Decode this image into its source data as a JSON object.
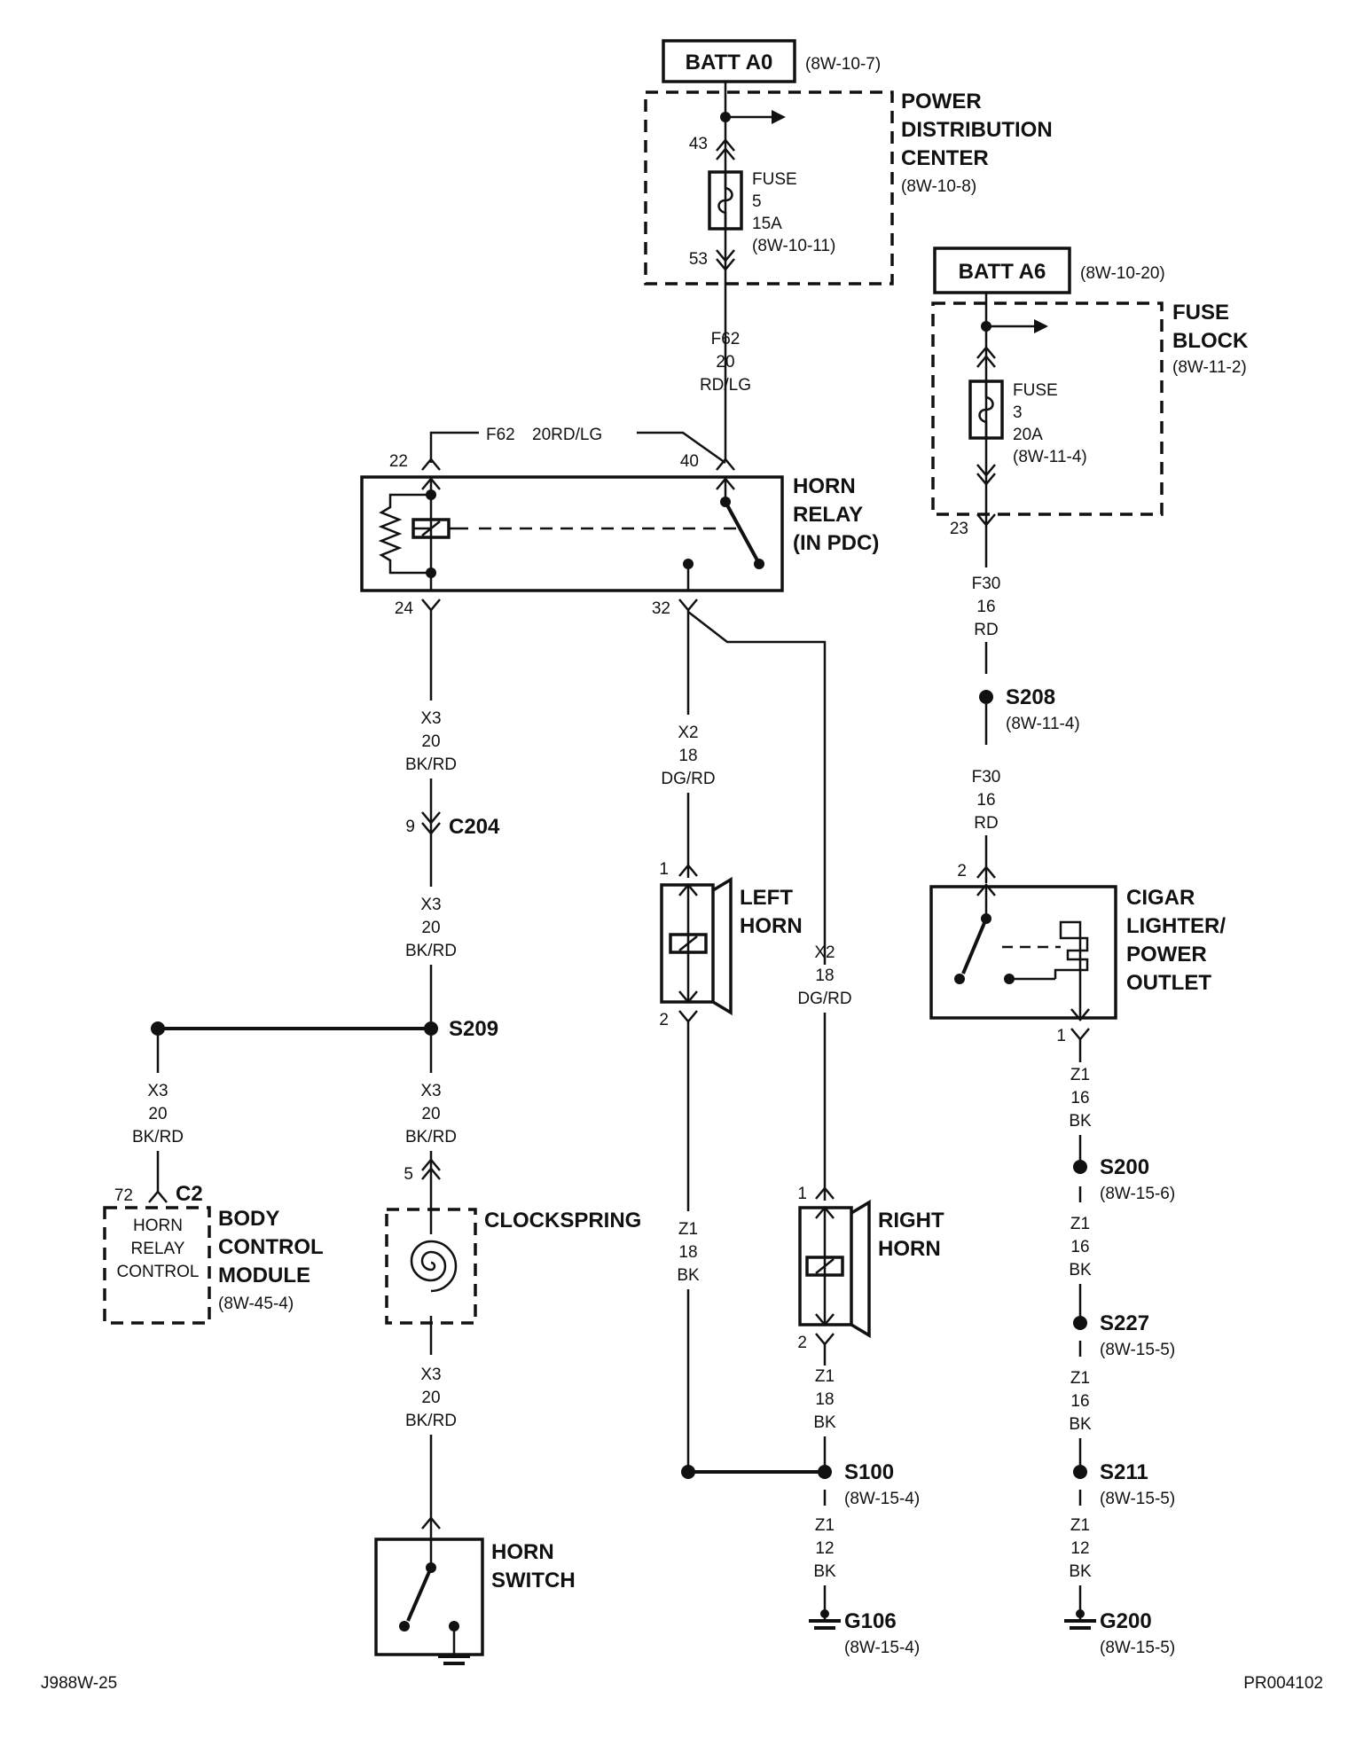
{
  "batt_a0": {
    "label": "BATT A0",
    "ref": "(8W-10-7)"
  },
  "pdc": {
    "title": [
      "POWER",
      "DISTRIBUTION",
      "CENTER"
    ],
    "ref": "(8W-10-8)",
    "pin_in": "43",
    "pin_out": "53",
    "fuse": [
      "FUSE",
      "5",
      "15A",
      "(8W-10-11)"
    ]
  },
  "wire_f62": [
    "F62",
    "20",
    "RD/LG"
  ],
  "jumper_f62": {
    "circuit": "F62",
    "spec": "20RD/LG"
  },
  "horn_relay": {
    "title": [
      "HORN",
      "RELAY",
      "(IN PDC)"
    ],
    "pin22": "22",
    "pin40": "40",
    "pin24": "24",
    "pin32": "32"
  },
  "batt_a6": {
    "label": "BATT A6",
    "ref": "(8W-10-20)"
  },
  "fuse_block": {
    "title": [
      "FUSE",
      "BLOCK"
    ],
    "ref": "(8W-11-2)",
    "pin_out": "23",
    "fuse": [
      "FUSE",
      "3",
      "20A",
      "(8W-11-4)"
    ]
  },
  "wire_f30_a": [
    "F30",
    "16",
    "RD"
  ],
  "s208": {
    "label": "S208",
    "ref": "(8W-11-4)"
  },
  "wire_f30_b": [
    "F30",
    "16",
    "RD"
  ],
  "cigar": {
    "title": [
      "CIGAR",
      "LIGHTER/",
      "POWER",
      "OUTLET"
    ],
    "pin_in": "2",
    "pin_out": "1"
  },
  "wire_z1_cig": [
    "Z1",
    "16",
    "BK"
  ],
  "s200": {
    "label": "S200",
    "ref": "(8W-15-6)"
  },
  "wire_z1_s200": [
    "Z1",
    "16",
    "BK"
  ],
  "s227": {
    "label": "S227",
    "ref": "(8W-15-5)"
  },
  "wire_z1_s227": [
    "Z1",
    "16",
    "BK"
  ],
  "s211": {
    "label": "S211",
    "ref": "(8W-15-5)"
  },
  "wire_z1_s211": [
    "Z1",
    "12",
    "BK"
  ],
  "g200": {
    "label": "G200",
    "ref": "(8W-15-5)"
  },
  "wire_x3_relay": [
    "X3",
    "20",
    "BK/RD"
  ],
  "c204": {
    "label": "C204",
    "pin": "9"
  },
  "wire_x3_c204": [
    "X3",
    "20",
    "BK/RD"
  ],
  "s209": {
    "label": "S209"
  },
  "wire_x3_bcm": [
    "X3",
    "20",
    "BK/RD"
  ],
  "wire_x3_clock": [
    "X3",
    "20",
    "BK/RD"
  ],
  "bcm": {
    "connector": "C2",
    "pin": "72",
    "inner": [
      "HORN",
      "RELAY",
      "CONTROL"
    ],
    "title": [
      "BODY",
      "CONTROL",
      "MODULE"
    ],
    "ref": "(8W-45-4)"
  },
  "clockspring": {
    "title": "CLOCKSPRING",
    "pin": "5"
  },
  "wire_x3_switch": [
    "X3",
    "20",
    "BK/RD"
  ],
  "horn_switch": {
    "title": [
      "HORN",
      "SWITCH"
    ]
  },
  "wire_x2_left": [
    "X2",
    "18",
    "DG/RD"
  ],
  "left_horn": {
    "title": [
      "LEFT",
      "HORN"
    ],
    "pin1": "1",
    "pin2": "2"
  },
  "wire_z1_left": [
    "Z1",
    "18",
    "BK"
  ],
  "wire_x2_right": [
    "X2",
    "18",
    "DG/RD"
  ],
  "right_horn": {
    "title": [
      "RIGHT",
      "HORN"
    ],
    "pin1": "1",
    "pin2": "2"
  },
  "wire_z1_right": [
    "Z1",
    "18",
    "BK"
  ],
  "s100": {
    "label": "S100",
    "ref": "(8W-15-4)"
  },
  "wire_z1_s100": [
    "Z1",
    "12",
    "BK"
  ],
  "g106": {
    "label": "G106",
    "ref": "(8W-15-4)"
  },
  "footer": {
    "left": "J988W-25",
    "right": "PR004102"
  }
}
